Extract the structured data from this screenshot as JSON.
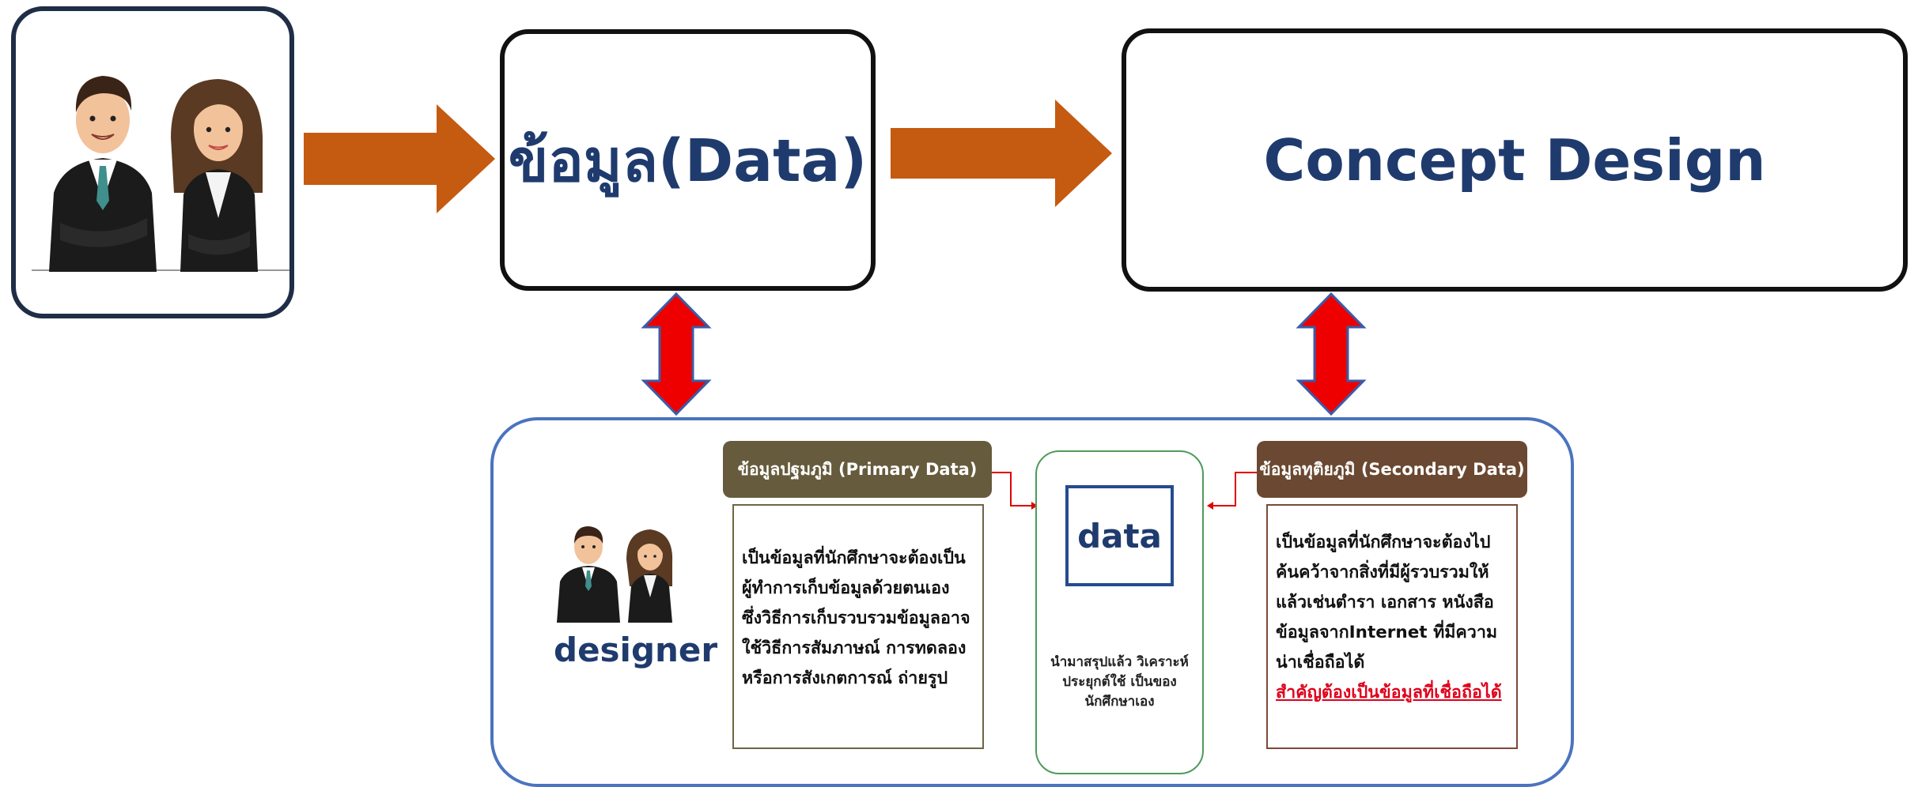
{
  "top": {
    "data_title": "ข้อมูล(Data)",
    "concept_title": "Concept Design"
  },
  "panel": {
    "designer_label": "designer",
    "primary_header": "ข้อมูลปฐมภูมิ (Primary Data)",
    "secondary_header": "ข้อมูลทุติยภูมิ (Secondary Data)",
    "primary_body": "เป็นข้อมูลที่นักศึกษาจะต้องเป็นผู้ทำการเก็บข้อมูลด้วยตนเอง ซึ่งวิธีการเก็บรวบรวมข้อมูลอาจใช้วิธีการสัมภาษณ์ การทดลอง หรือการสังเกตการณ์ ถ่ายรูป",
    "secondary_body": "เป็นข้อมูลที่นักศึกษาจะต้องไปค้นคว้าจากสิ่งที่มีผู้รวบรวมให้แล้วเช่นตำรา เอกสาร หนังสือ ข้อมูลจากInternet ที่มีความน่าเชื่อถือได้",
    "secondary_emphasis": "สำคัญต้องเป็นข้อมูลที่เชื่อถือได้",
    "center_title": "data",
    "center_text": "นำมาสรุปแล้ว วิเคราะห์ ประยุกต์ใช้ เป็นของนักศึกษาเอง"
  },
  "colors": {
    "title_blue": "#1f3b6e",
    "flow_arrow": "#c55a11",
    "double_arrow": "#ee0000",
    "panel_border": "#4a74c0",
    "emphasis_red": "#e0001b"
  }
}
